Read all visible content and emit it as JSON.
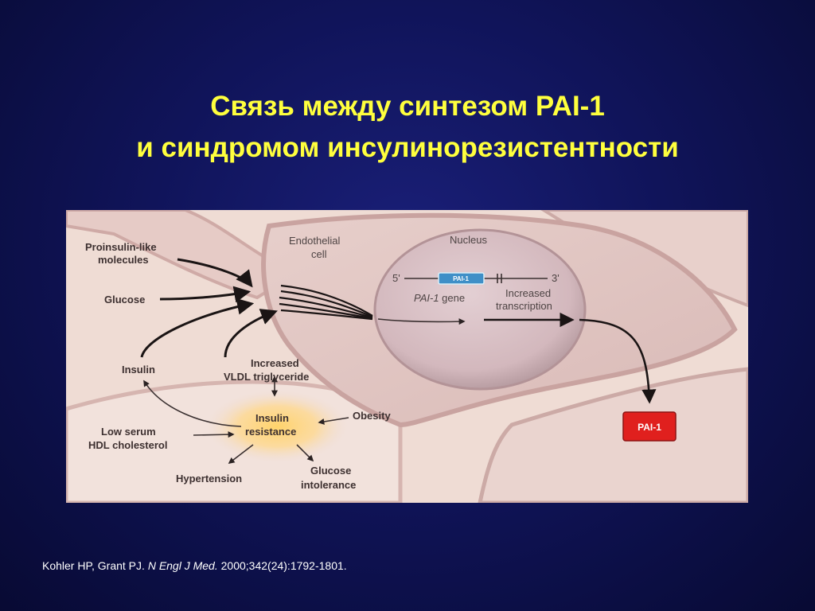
{
  "title": {
    "line1": "Связь между синтезом PAI-1",
    "line2": "и синдромом инсулинорезистентности"
  },
  "diagram": {
    "labels": {
      "proinsulin_1": "Proinsulin-like",
      "proinsulin_2": "molecules",
      "glucose": "Glucose",
      "insulin": "Insulin",
      "vldl_1": "Increased",
      "vldl_2": "VLDL triglyceride",
      "endothelial_1": "Endothelial",
      "endothelial_2": "cell",
      "nucleus": "Nucleus",
      "five_prime": "5'",
      "three_prime": "3'",
      "gene_italic": "PAI-1",
      "gene_word": " gene",
      "transcription_1": "Increased",
      "transcription_2": "transcription",
      "obesity": "Obesity",
      "insulin_resistance_1": "Insulin",
      "insulin_resistance_2": "resistance",
      "hdl_1": "Low serum",
      "hdl_2": "HDL cholesterol",
      "hypertension": "Hypertension",
      "glucose_intol_1": "Glucose",
      "glucose_intol_2": "intolerance",
      "gene_box": "PAI-1",
      "pai_box": "PAI-1"
    },
    "colors": {
      "background_tissue": "#efdcd4",
      "cell_membrane": "#d6b2b0",
      "nucleus": "#d9c2c6",
      "resistance_glow": "#ffd36b",
      "pai_box": "#e0201e",
      "gene_box": "#3f8fc7",
      "arrow": "#1a1414"
    }
  },
  "citation": {
    "authors": "Kohler HP, Grant PJ. ",
    "journal": "N Engl J Med.",
    "reference": " 2000;342(24):1792-1801."
  }
}
